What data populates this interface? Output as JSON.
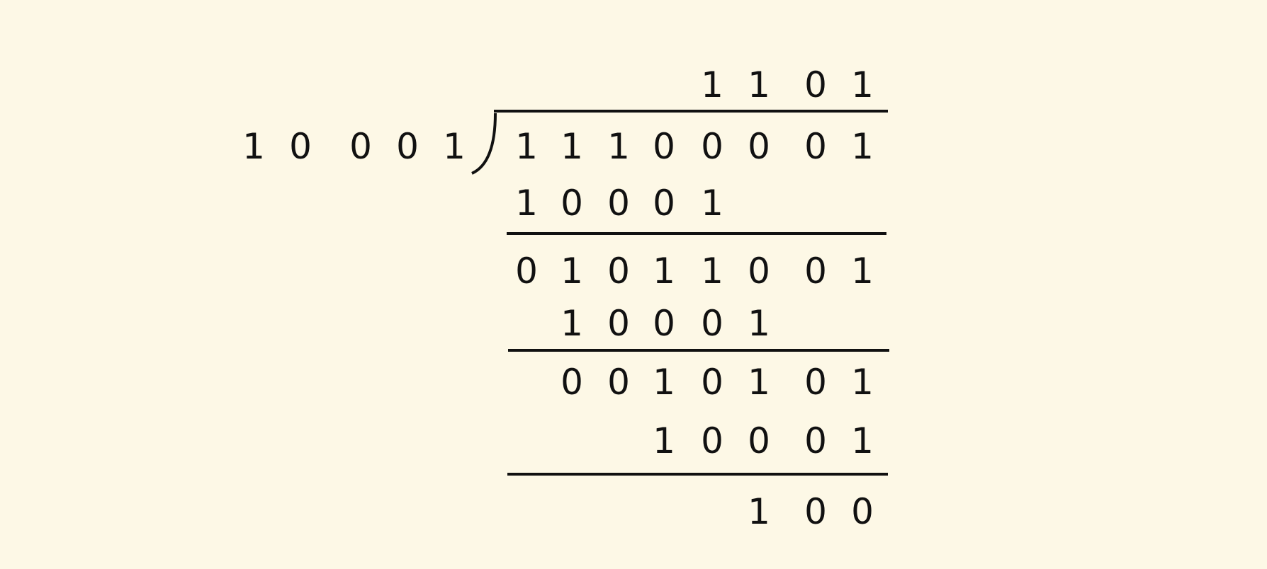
{
  "colors": {
    "background": "#fdf8e6",
    "ink": "#111111"
  },
  "division": {
    "divisor": "1 0 0 0 1",
    "dividend": "1 1 1 0 0 0 0 1",
    "quotient": "1 1 0 1",
    "steps": [
      {
        "subtract": "1 0 0 0 1",
        "result": "0 1 0 1 1 0 0 1"
      },
      {
        "subtract": "1 0 0 0 1",
        "result": "0 0 1 0 1 0 1"
      },
      {
        "subtract": "1 0 0 0 1",
        "result": "1 0 0"
      }
    ]
  }
}
